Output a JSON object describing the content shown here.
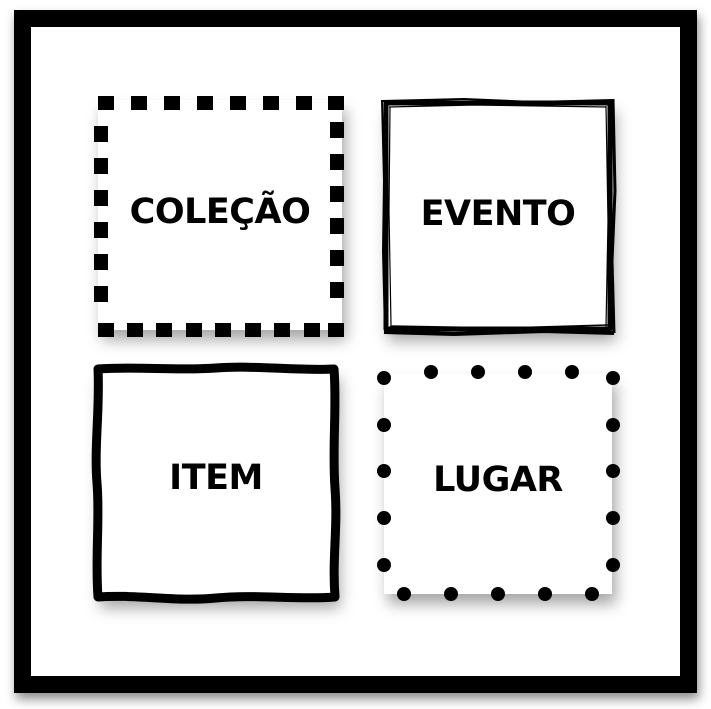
{
  "cards": [
    {
      "id": "colecao",
      "label": "COLEÇÃO",
      "border_style": "dashed-squares"
    },
    {
      "id": "evento",
      "label": "EVENTO",
      "border_style": "rough-brush"
    },
    {
      "id": "item",
      "label": "ITEM",
      "border_style": "wavy-thick"
    },
    {
      "id": "lugar",
      "label": "LUGAR",
      "border_style": "dotted-circles"
    }
  ],
  "colors": {
    "ink": "#000000",
    "paper": "#ffffff"
  }
}
